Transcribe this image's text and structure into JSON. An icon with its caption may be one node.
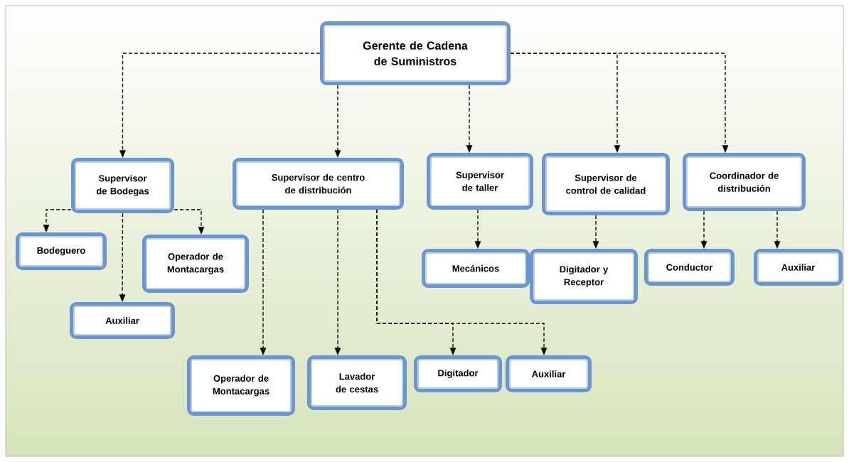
{
  "diagram": {
    "nodes": [
      {
        "text": [
          "Gerente de Cadena de Suministros"
        ]
      },
      {
        "text": [
          "Supervisor de Bodegas"
        ]
      },
      {
        "text": [
          "Supervisor de centro de distribución"
        ]
      },
      {
        "text": [
          "Supervisor de taller"
        ]
      },
      {
        "text": [
          "Supervisor de control de calidad"
        ]
      },
      {
        "text": [
          "Coordinador de distribución"
        ]
      },
      {
        "text": [
          "Bodeguero"
        ]
      },
      {
        "text": [
          "Operador de Montacargas"
        ]
      },
      {
        "text": [
          "Auxiliar"
        ]
      },
      {
        "text": [
          "Operador de Montacargas"
        ]
      },
      {
        "text": [
          "Lavador de cestas"
        ]
      },
      {
        "text": [
          "Digitador"
        ]
      },
      {
        "text": [
          "Auxiliar"
        ]
      },
      {
        "text": [
          "Mecánicos"
        ]
      },
      {
        "text": [
          "Digitador y Receptor"
        ]
      },
      {
        "text": [
          "Conductor"
        ]
      },
      {
        "text": [
          "Auxiliar"
        ]
      }
    ],
    "edges": [
      {
        "from": 0,
        "to": 1,
        "arrow": "to",
        "style": "dashed"
      },
      {
        "from": 0,
        "to": 2,
        "arrow": "to",
        "style": "dashed"
      },
      {
        "from": 0,
        "to": 3,
        "arrow": "to",
        "style": "dashed"
      },
      {
        "from": 0,
        "to": 4,
        "arrow": "to",
        "style": "dashed"
      },
      {
        "from": 0,
        "to": 5,
        "arrow": "to",
        "style": "dashed"
      },
      {
        "from": 1,
        "to": 6,
        "arrow": "to",
        "style": "dashed"
      },
      {
        "from": 1,
        "to": 7,
        "arrow": "to",
        "style": "dashed"
      },
      {
        "from": 1,
        "to": 8,
        "arrow": "to",
        "style": "dashed"
      },
      {
        "from": 2,
        "to": 9,
        "arrow": "to",
        "style": "dashed"
      },
      {
        "from": 2,
        "to": 10,
        "arrow": "to",
        "style": "dashed"
      },
      {
        "from": 2,
        "to": 11,
        "arrow": "to",
        "style": "dashed"
      },
      {
        "from": 2,
        "to": 12,
        "arrow": "to",
        "style": "dashed"
      },
      {
        "from": 3,
        "to": 13,
        "arrow": "to",
        "style": "dashed"
      },
      {
        "from": 4,
        "to": 14,
        "arrow": "to",
        "style": "dashed"
      },
      {
        "from": 5,
        "to": 15,
        "arrow": "to",
        "style": "dashed"
      },
      {
        "from": 5,
        "to": 16,
        "arrow": "to",
        "style": "dashed"
      }
    ]
  }
}
